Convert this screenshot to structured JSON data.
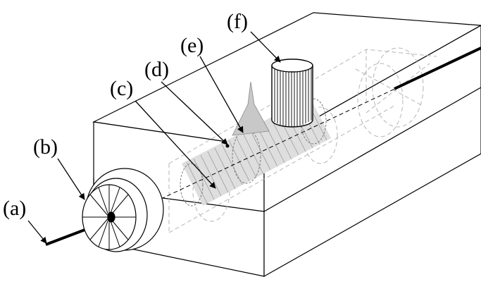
{
  "labels": {
    "a": "(a)",
    "b": "(b)",
    "c": "(c)",
    "d": "(d)",
    "e": "(e)",
    "f": "(f)"
  },
  "colors": {
    "line": "#000000",
    "hidden_line": "#b5b5b5",
    "tube_fill": "#dedede",
    "background": "#ffffff"
  }
}
